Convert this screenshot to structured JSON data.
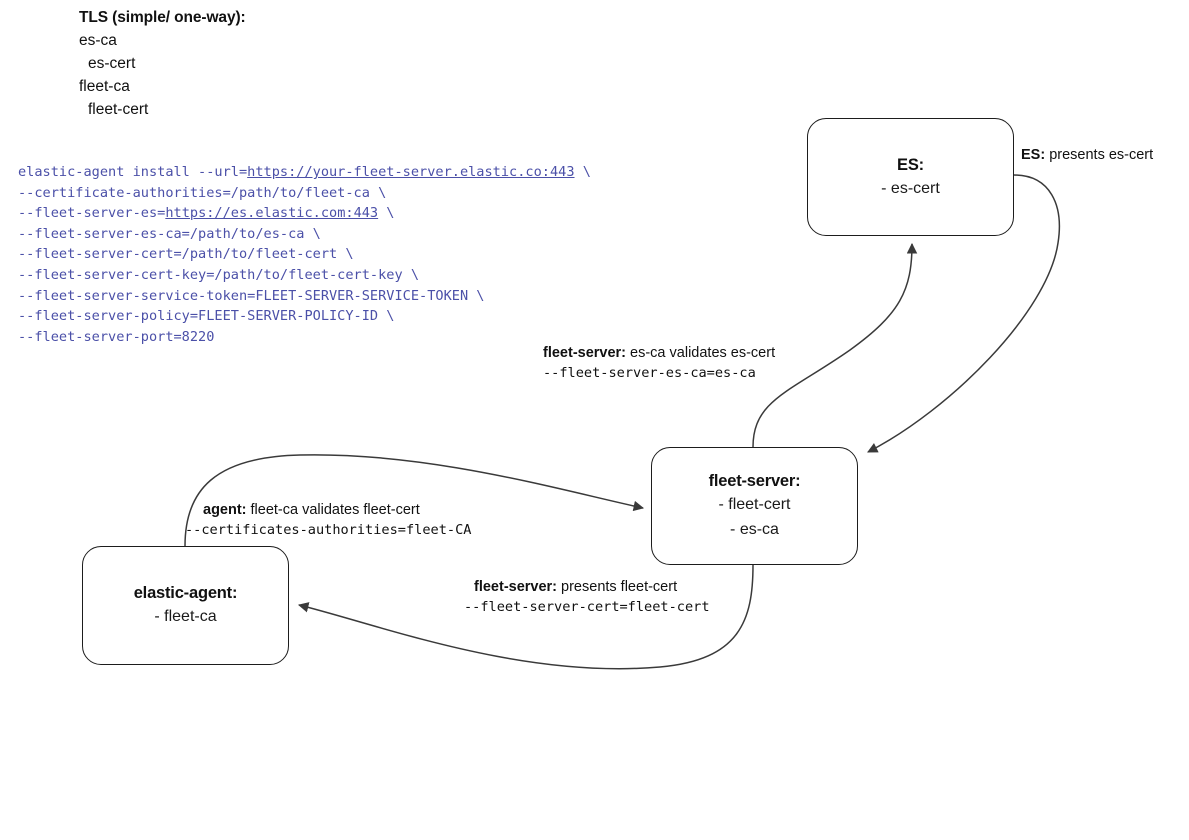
{
  "legend": {
    "title": "TLS (simple/ one-way):",
    "rows": [
      {
        "text": "es-ca",
        "indent": false
      },
      {
        "text": "es-cert",
        "indent": true
      },
      {
        "text": "fleet-ca",
        "indent": false
      },
      {
        "text": "fleet-cert",
        "indent": true
      }
    ]
  },
  "command": {
    "color": "#4b50a8",
    "lines": [
      [
        {
          "t": "elastic-agent install --url=",
          "url": false
        },
        {
          "t": "https://your-fleet-server.elastic.co:443",
          "url": true
        },
        {
          "t": " \\",
          "url": false
        }
      ],
      [
        {
          "t": "--certificate-authorities=/path/to/fleet-ca \\",
          "url": false
        }
      ],
      [
        {
          "t": "--fleet-server-es=",
          "url": false
        },
        {
          "t": "https://es.elastic.com:443",
          "url": true
        },
        {
          "t": " \\",
          "url": false
        }
      ],
      [
        {
          "t": "--fleet-server-es-ca=/path/to/es-ca \\",
          "url": false
        }
      ],
      [
        {
          "t": "--fleet-server-cert=/path/to/fleet-cert \\",
          "url": false
        }
      ],
      [
        {
          "t": "--fleet-server-cert-key=/path/to/fleet-cert-key \\",
          "url": false
        }
      ],
      [
        {
          "t": "--fleet-server-service-token=FLEET-SERVER-SERVICE-TOKEN \\",
          "url": false
        }
      ],
      [
        {
          "t": "--fleet-server-policy=FLEET-SERVER-POLICY-ID \\",
          "url": false
        }
      ],
      [
        {
          "t": "--fleet-server-port=8220",
          "url": false
        }
      ]
    ]
  },
  "nodes": {
    "es": {
      "title": "ES:",
      "lines": [
        "- es-cert"
      ]
    },
    "fleet_server": {
      "title": "fleet-server:",
      "lines": [
        "- fleet-cert",
        "- es-ca"
      ]
    },
    "elastic_agent": {
      "title": "elastic-agent:",
      "lines": [
        "- fleet-ca"
      ]
    }
  },
  "edge_labels": {
    "es_presents": {
      "bold": "ES:",
      "rest": " presents es-cert"
    },
    "fleet_server_validates": {
      "bold": "fleet-server:",
      "rest": " es-ca validates es-cert",
      "mono": "--fleet-server-es-ca=es-ca"
    },
    "agent_validates": {
      "bold": "agent:",
      "rest": " fleet-ca validates fleet-cert",
      "mono": "--certificates-authorities=fleet-CA"
    },
    "fleet_server_presents": {
      "bold": "fleet-server:",
      "rest": " presents fleet-cert",
      "mono": "--fleet-server-cert=fleet-cert"
    }
  },
  "colors": {
    "stroke": "#1d1d1d",
    "edge": "#3a3a3a",
    "command_text": "#4b50a8",
    "background": "#ffffff"
  }
}
